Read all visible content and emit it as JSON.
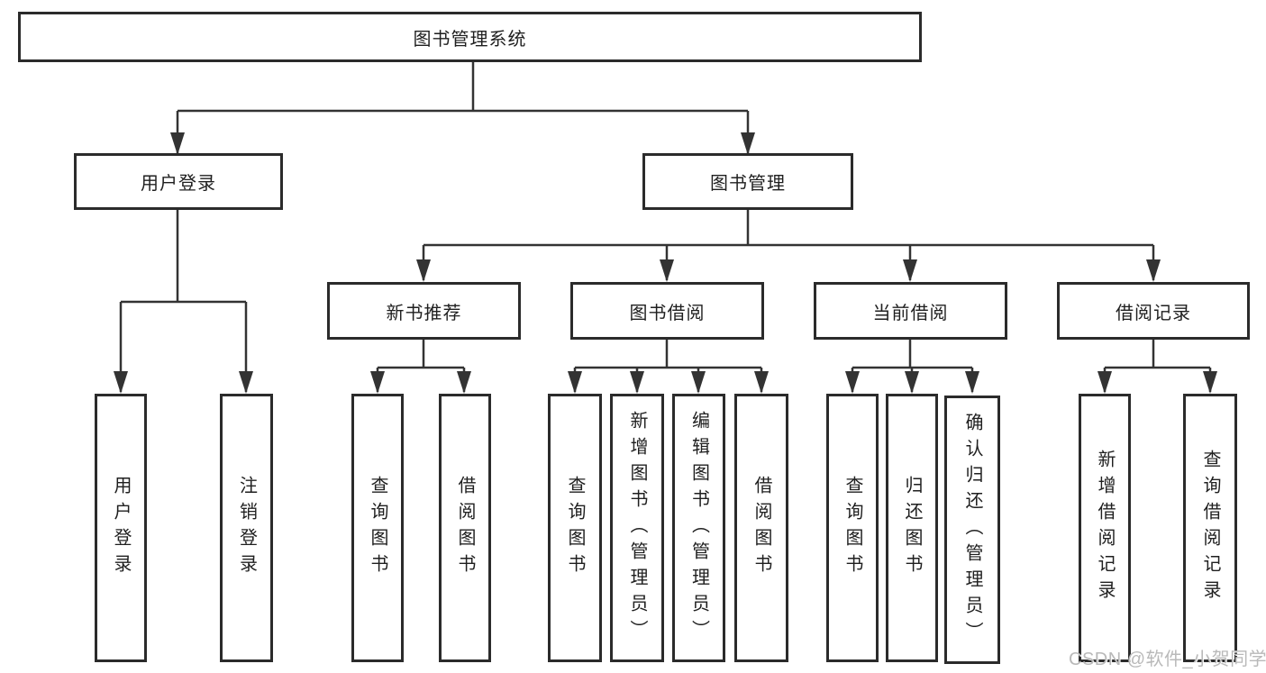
{
  "root": {
    "label": "图书管理系统"
  },
  "level1": [
    {
      "label": "用户登录",
      "children": [
        "用户登录",
        "注销登录"
      ]
    },
    {
      "label": "图书管理"
    }
  ],
  "level2": [
    {
      "label": "新书推荐",
      "children": [
        "查询图书",
        "借阅图书"
      ]
    },
    {
      "label": "图书借阅",
      "children": [
        "查询图书",
        "新增图书（管理员）",
        "编辑图书（管理员）",
        "借阅图书"
      ]
    },
    {
      "label": "当前借阅",
      "children": [
        "查询图书",
        "归还图书",
        "确认归还（管理员）"
      ]
    },
    {
      "label": "借阅记录",
      "children": [
        "新增借阅记录",
        "查询借阅记录"
      ]
    }
  ],
  "watermark": {
    "text": "CSDN @软件_小贺同学"
  },
  "colors": {
    "line": "#333333",
    "box_border": "#2b2b2b",
    "text": "#1f1f1f",
    "watermark": "#b9b9b9",
    "background": "#ffffff"
  }
}
